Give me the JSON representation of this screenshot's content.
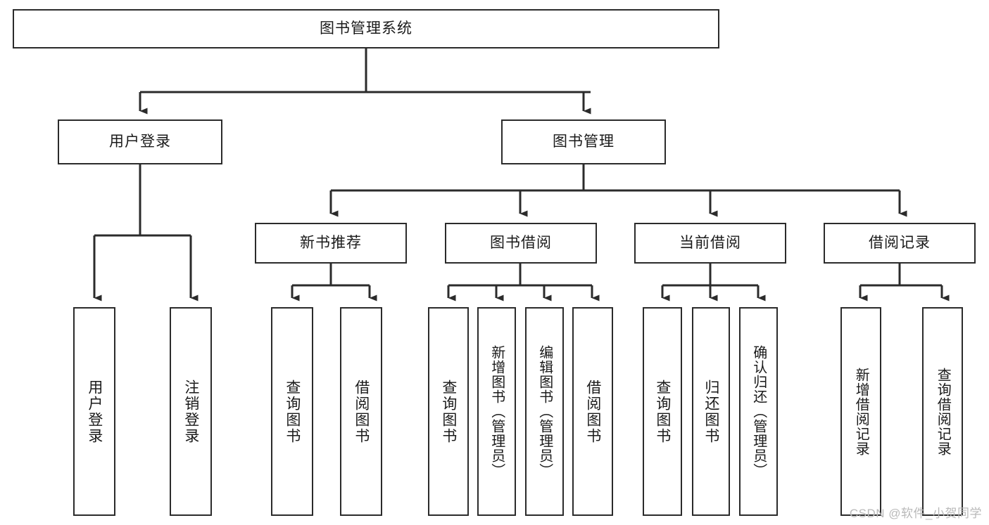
{
  "diagram": {
    "type": "tree",
    "title": "图书管理系统",
    "watermark": "CSDN @软件_小贺同学",
    "colors": {
      "stroke": "#2b2b2b",
      "fill": "#ffffff",
      "text": "#1a1a1a",
      "watermark": "#b9b9b9"
    },
    "nodes": {
      "root": {
        "label": "图书管理系统",
        "orientation": "horizontal"
      },
      "level2": [
        {
          "id": "user-login",
          "label": "用户登录",
          "orientation": "horizontal"
        },
        {
          "id": "book-management",
          "label": "图书管理",
          "orientation": "horizontal"
        }
      ],
      "level3": [
        {
          "id": "new-book-recommend",
          "label": "新书推荐",
          "orientation": "horizontal"
        },
        {
          "id": "book-borrow",
          "label": "图书借阅",
          "orientation": "horizontal"
        },
        {
          "id": "current-borrow",
          "label": "当前借阅",
          "orientation": "horizontal"
        },
        {
          "id": "borrow-record",
          "label": "借阅记录",
          "orientation": "horizontal"
        }
      ],
      "leaves": [
        {
          "id": "leaf-user-login",
          "label": "用户登录",
          "parent": "user-login",
          "orientation": "vertical"
        },
        {
          "id": "leaf-logout-login",
          "label": "注销登录",
          "parent": "user-login",
          "orientation": "vertical"
        },
        {
          "id": "leaf-query-book-1",
          "label": "查询图书",
          "parent": "new-book-recommend",
          "orientation": "vertical"
        },
        {
          "id": "leaf-borrow-book-1",
          "label": "借阅图书",
          "parent": "new-book-recommend",
          "orientation": "vertical"
        },
        {
          "id": "leaf-query-book-2",
          "label": "查询图书",
          "parent": "book-borrow",
          "orientation": "vertical"
        },
        {
          "id": "leaf-add-book",
          "label": "新增图书（管理员）",
          "parent": "book-borrow",
          "orientation": "vertical"
        },
        {
          "id": "leaf-edit-book",
          "label": "编辑图书（管理员）",
          "parent": "book-borrow",
          "orientation": "vertical"
        },
        {
          "id": "leaf-borrow-book-2",
          "label": "借阅图书",
          "parent": "book-borrow",
          "orientation": "vertical"
        },
        {
          "id": "leaf-query-book-3",
          "label": "查询图书",
          "parent": "current-borrow",
          "orientation": "vertical"
        },
        {
          "id": "leaf-return-book",
          "label": "归还图书",
          "parent": "current-borrow",
          "orientation": "vertical"
        },
        {
          "id": "leaf-confirm-return",
          "label": "确认归还（管理员）",
          "parent": "current-borrow",
          "orientation": "vertical"
        },
        {
          "id": "leaf-add-record",
          "label": "新增借阅记录",
          "parent": "borrow-record",
          "orientation": "vertical"
        },
        {
          "id": "leaf-query-record",
          "label": "查询借阅记录",
          "parent": "borrow-record",
          "orientation": "vertical"
        }
      ]
    }
  }
}
